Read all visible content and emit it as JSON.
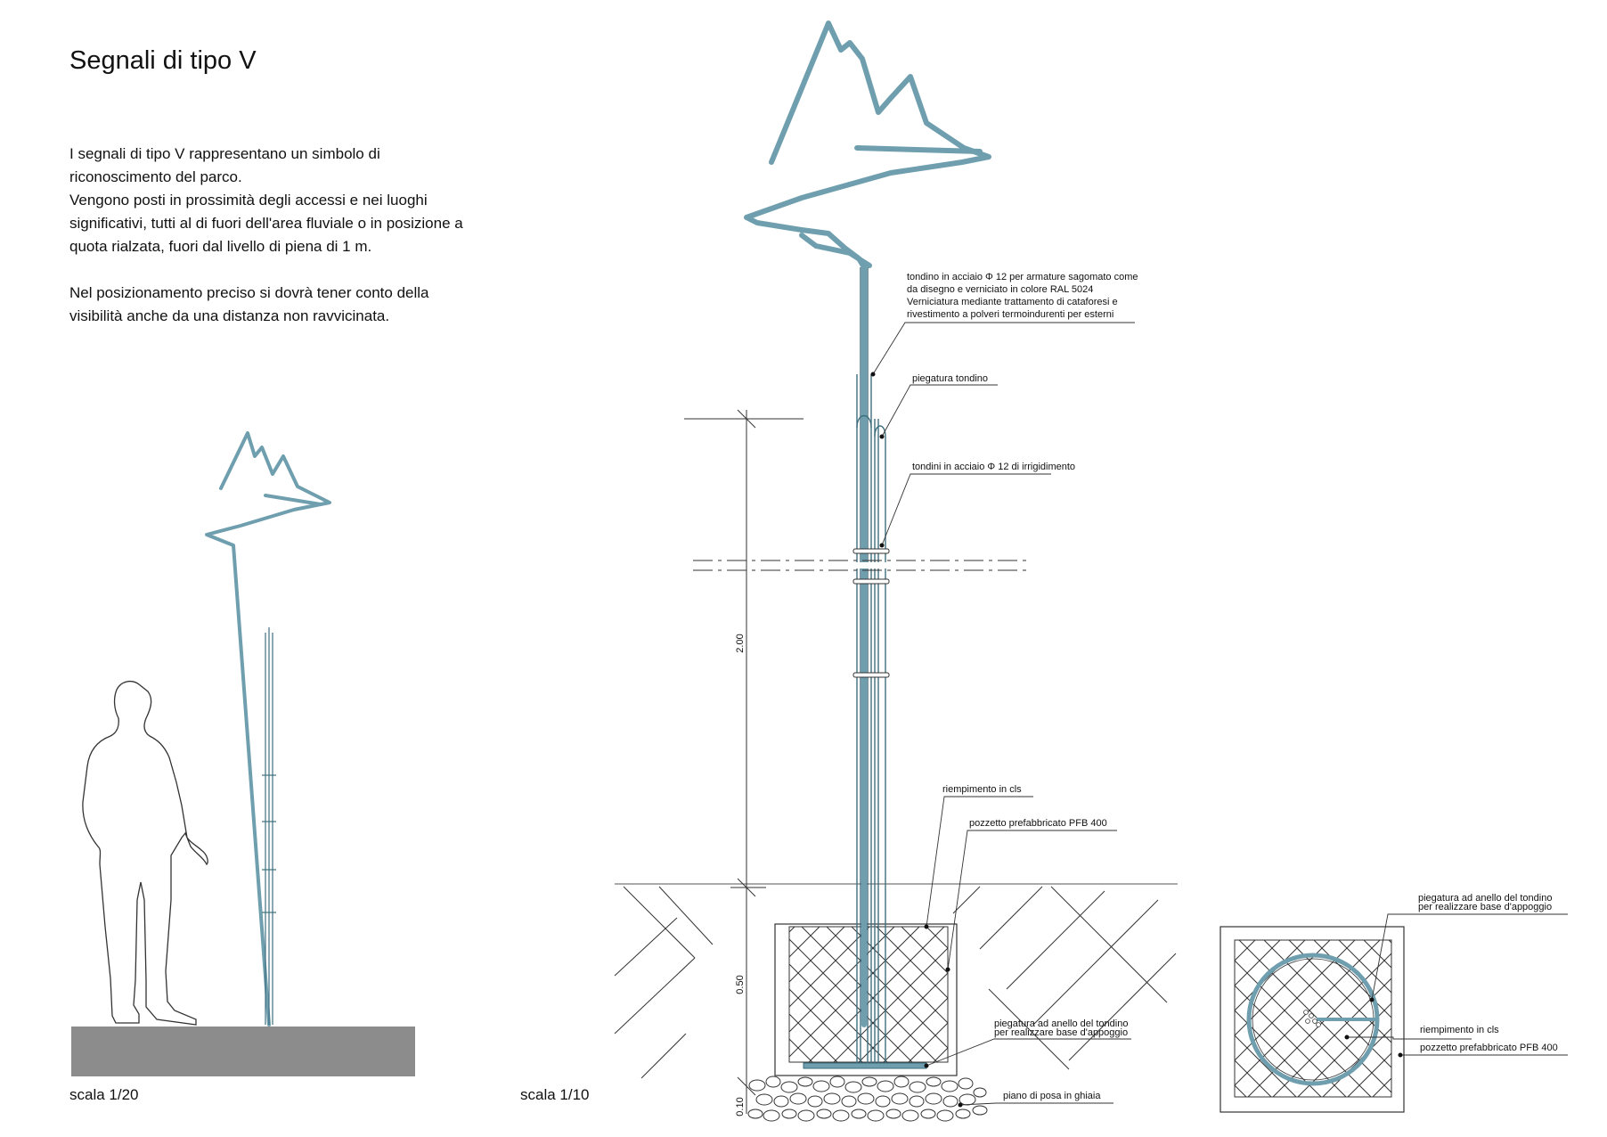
{
  "title": "Segnali di tipo V",
  "intro": {
    "p1_lines": [
      "I segnali di tipo V rappresentano un simbolo di",
      "riconoscimento del parco.",
      "Vengono posti in prossimità degli accessi e nei luoghi",
      "significativi, tutti al di fuori dell'area fluviale o in posizione a",
      "quota rialzata, fuori dal livello di piena di 1 m."
    ],
    "p2_lines": [
      "Nel posizionamento preciso si dovrà tener conto della",
      "visibilità anche da una distanza non ravvicinata."
    ]
  },
  "scales": {
    "left": "scala  1/20",
    "right": "scala  1/10"
  },
  "annotations": {
    "rod_lines": [
      "tondino in acciaio  Φ 12 per armature sagomato come",
      "da disegno e verniciato in colore RAL 5024",
      "Verniciatura mediante trattamento di cataforesi e",
      "rivestimento a polveri termoindurenti per esterni"
    ],
    "bend": "piegatura tondino",
    "stiffeners": "tondini in acciaio  Φ 12 di irrigidimento",
    "fill": "riempimento in cls",
    "well": "pozzetto prefabbricato PFB 400",
    "ring_lines": [
      "piegatura ad anello del tondino",
      "per realizzare base d'appoggio"
    ],
    "gravel": "piano di posa in ghiaia",
    "plan_ring_lines": [
      "piegatura ad anello del tondino",
      "per realizzare base d'appoggio"
    ],
    "plan_fill": "riempimento in cls",
    "plan_well": "pozzetto prefabbricato PFB 400"
  },
  "dimensions": {
    "height": "2.00",
    "depth": "0.50",
    "base": "0.10"
  },
  "colors": {
    "rod": "#6f9fae",
    "rod_dark": "#3f6f7e",
    "ground": "#8c8c8c"
  }
}
